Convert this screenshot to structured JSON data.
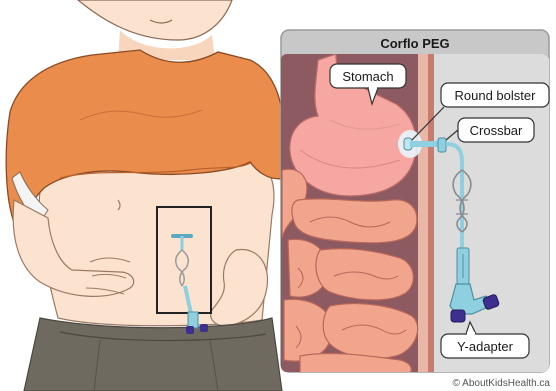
{
  "panel_title": "Corflo PEG",
  "labels": {
    "stomach": "Stomach",
    "round_bolster": "Round bolster",
    "crossbar": "Crossbar",
    "y_adapter": "Y-adapter"
  },
  "credit": "© AboutKidsHealth.ca",
  "colors": {
    "shirt": "#e98c4c",
    "skin": "#fbe3cf",
    "pants": "#6f6a5f",
    "stomach": "#f6a7a2",
    "intestine": "#f2a58d",
    "tube": "#8fd0e0",
    "adapter_cap": "#3c2f8f",
    "panel_bg": "#c8c8c8"
  }
}
